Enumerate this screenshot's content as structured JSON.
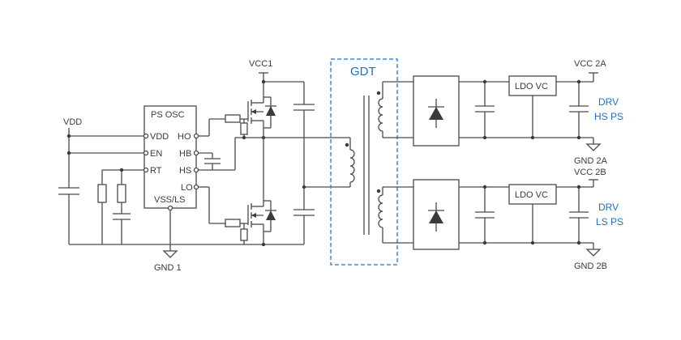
{
  "labels": {
    "vcc1": "VCC1",
    "vdd": "VDD",
    "gnd1": "GND 1",
    "gdt": "GDT",
    "vcc2a": "VCC 2A",
    "gnd2a": "GND 2A",
    "vcc2b": "VCC 2B",
    "gnd2b": "GND 2B",
    "drv_a": "DRV",
    "hs_ps": "HS PS",
    "drv_b": "DRV",
    "ls_ps": "LS PS"
  },
  "ic": {
    "title": "PS OSC",
    "pins": {
      "vdd": "VDD",
      "en": "EN",
      "rt": "RT",
      "ho": "HO",
      "hb": "HB",
      "hs": "HS",
      "lo": "LO",
      "vss": "VSS/LS"
    }
  },
  "ldo_a": "LDO VC",
  "ldo_b": "LDO VC",
  "colors": {
    "wire": "#4a4a4a",
    "accent_blue": "#1f6fc5"
  }
}
